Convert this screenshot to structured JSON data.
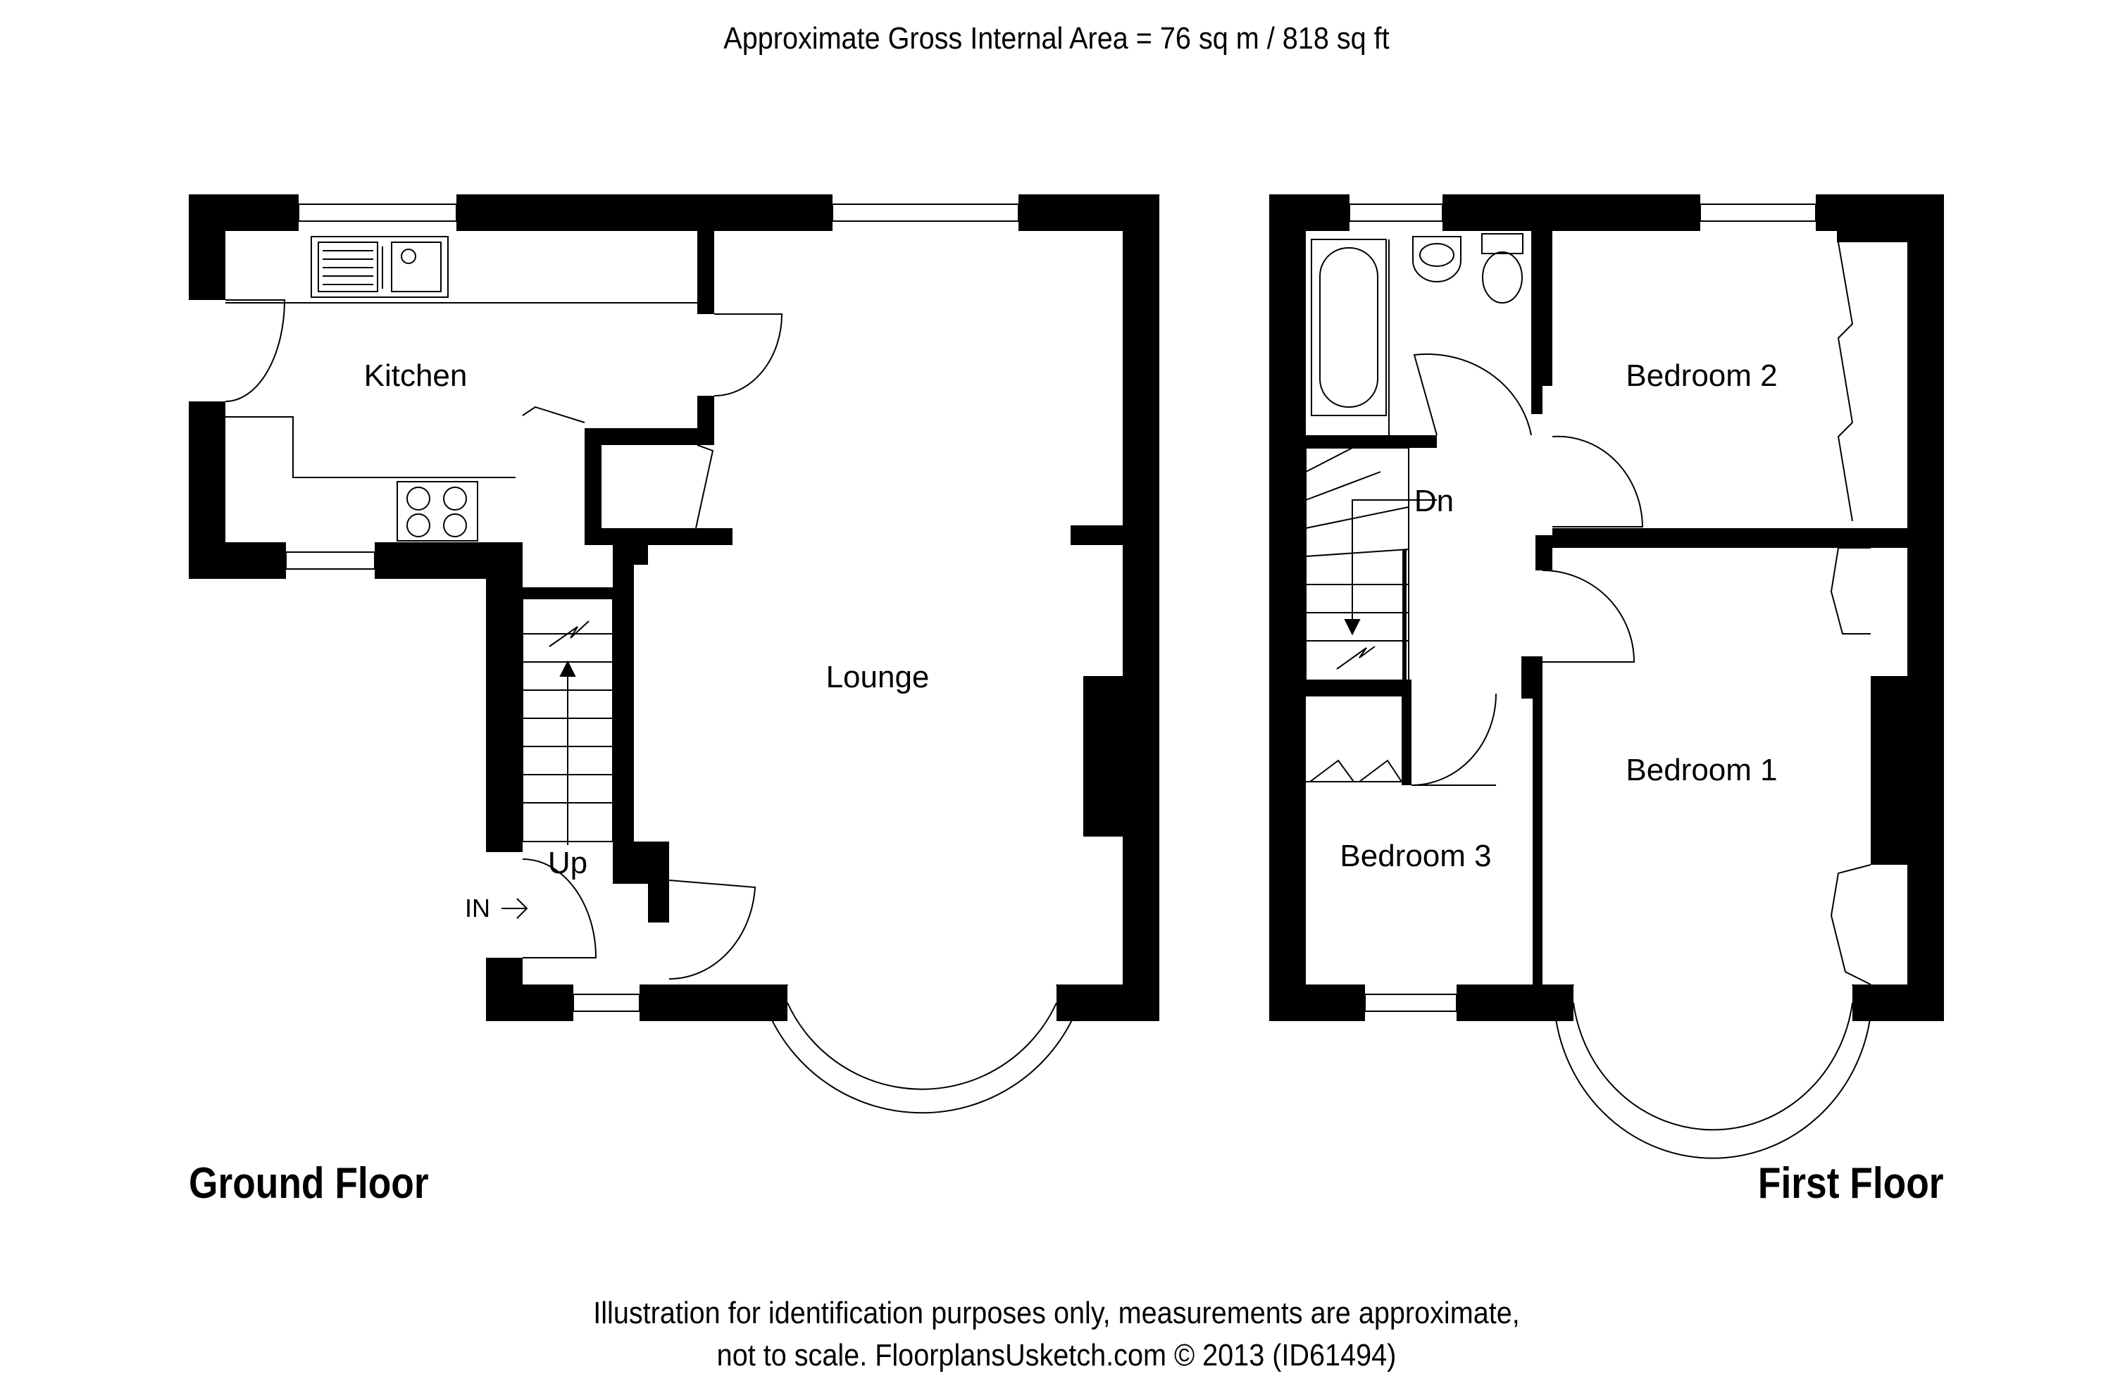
{
  "header": {
    "area_text": "Approximate Gross Internal Area = 76 sq m / 818 sq ft"
  },
  "floors": {
    "ground": {
      "label": "Ground Floor",
      "rooms": {
        "kitchen": "Kitchen",
        "lounge": "Lounge"
      },
      "stairs_label": "Up",
      "entrance_label": "IN"
    },
    "first": {
      "label": "First Floor",
      "rooms": {
        "bedroom1": "Bedroom 1",
        "bedroom2": "Bedroom 2",
        "bedroom3": "Bedroom 3"
      },
      "stairs_label": "Dn"
    }
  },
  "footer": {
    "line1": "Illustration for identification purposes only, measurements are approximate,",
    "line2": "not to scale. FloorplansUsketch.com © 2013 (ID61494)"
  },
  "colors": {
    "wall": "#000000",
    "background": "#ffffff"
  }
}
